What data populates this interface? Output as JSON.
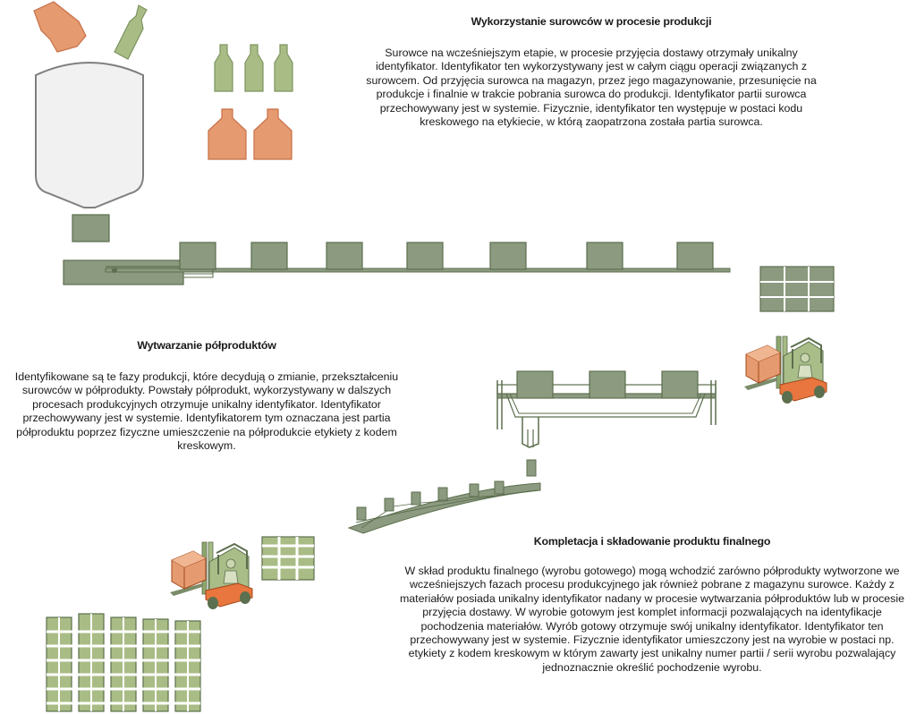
{
  "sections": [
    {
      "title": "Wykorzystanie surowców w procesie produkcji",
      "body": "Surowce na wcześniejszym etapie, w procesie przyjęcia dostawy otrzymały unikalny identyfikator. Identyfikator ten wykorzystywany jest w całym ciągu operacji związanych z surowcem. Od przyjęcia surowca na magazyn, przez jego magazynowanie, przesunięcie na produkcje i finalnie w trakcie pobrania surowca do produkcji. Identyfikator partii surowca przechowywany jest w systemie. Fizycznie, identyfikator ten występuje w postaci kodu kreskowego na etykiecie, w którą zaopatrzona została partia surowca."
    },
    {
      "title": "Wytwarzanie półproduktów",
      "body": "Identyfikowane są te fazy produkcji, które decydują o zmianie, przekształceniu surowców w półprodukty. Powstały półprodukt, wykorzystywany w dalszych procesach produkcyjnych otrzymuje unikalny identyfikator. Identyfikator przechowywany jest w systemie. Identyfikatorem tym oznaczana jest partia półproduktu poprzez fizyczne umieszczenie na półprodukcie etykiety z kodem kreskowym."
    },
    {
      "title": "Kompletacja i składowanie produktu finalnego",
      "body": "W skład produktu finalnego (wyrobu gotowego) mogą wchodzić zarówno półprodukty wytworzone we wcześniejszych fazach procesu produkcyjnego jak również pobrane z magazynu surowce. Każdy z materiałów posiada unikalny identyfikator nadany w procesie wytwarzania półproduktów lub w procesie przyjęcia dostawy. W wyrobie gotowym jest komplet informacji pozwalających na identyfikacje pochodzenia materiałów. Wyrób gotowy otrzymuje swój unikalny identyfikator. Identyfikator ten przechowywany jest w systemie. Fizycznie identyfikator umieszczony jest na wyrobie w postaci np. etykiety z kodem kreskowym w którym zawarty jest unikalny numer partii / serii wyrobu pozwalający jednoznacznie określić pochodzenie wyrobu."
    }
  ],
  "colors": {
    "box_fill": "#8c9a80",
    "box_stroke": "#5c6f4e",
    "bottle_green": "#a9bc85",
    "bottle_orange": "#e59a6f",
    "tank_fill": "#f2f2f2",
    "forklift_green": "#9fb37e",
    "forklift_orange": "#e8763e",
    "line_green": "#7a8c69"
  }
}
